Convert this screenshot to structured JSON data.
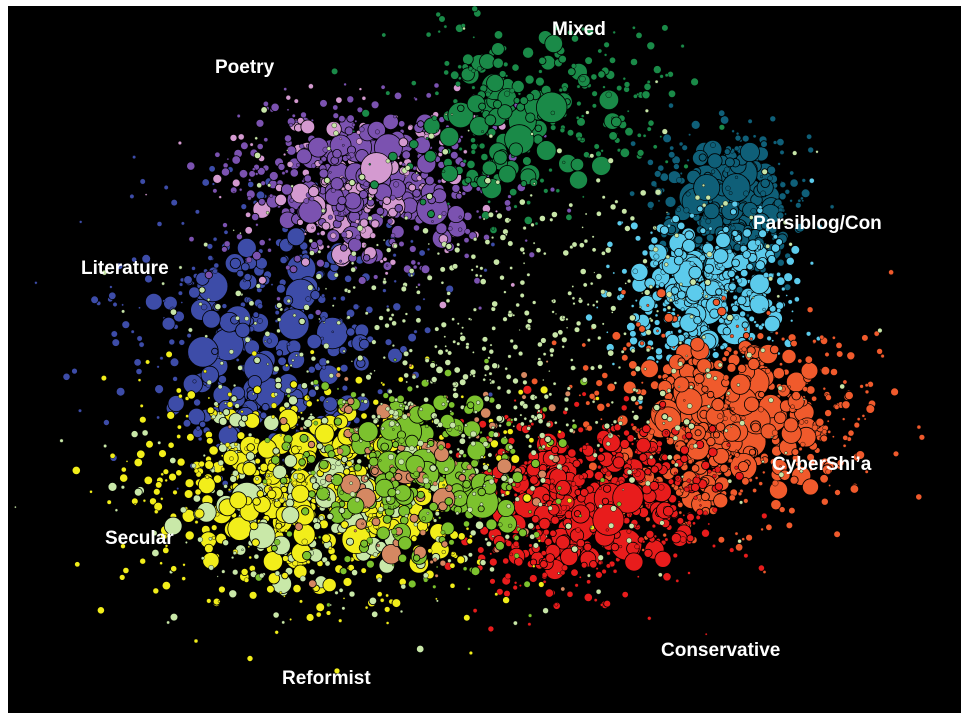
{
  "labels": {
    "mixed": "Mixed",
    "poetry": "Poetry",
    "parsiblog": "Parsiblog/Con",
    "literature": "Literature",
    "cybershia": "CyberShi’a",
    "secular": "Secular",
    "conservative": "Conservative",
    "reformist": "Reformist"
  },
  "colors": {
    "background": "#000000",
    "label": "#ffffff",
    "node_outline": "#000000",
    "stray_light_green": "#c8e6a8"
  },
  "clusters": [
    {
      "id": "poetry",
      "color": "#7b52b0",
      "accent": "#d49ad0"
    },
    {
      "id": "mixed",
      "color": "#1a8a48"
    },
    {
      "id": "parsiblog-dark",
      "color": "#0f5f78"
    },
    {
      "id": "parsiblog-light",
      "color": "#5ccbec"
    },
    {
      "id": "literature",
      "color": "#3d4ca8"
    },
    {
      "id": "cybershia",
      "color": "#f05a2c"
    },
    {
      "id": "conservative",
      "color": "#e81c1c"
    },
    {
      "id": "secular",
      "color": "#f2ee1a",
      "accent": "#c9e8a8"
    },
    {
      "id": "reformist",
      "color": "#7cc22e",
      "accent": "#d58862"
    }
  ]
}
